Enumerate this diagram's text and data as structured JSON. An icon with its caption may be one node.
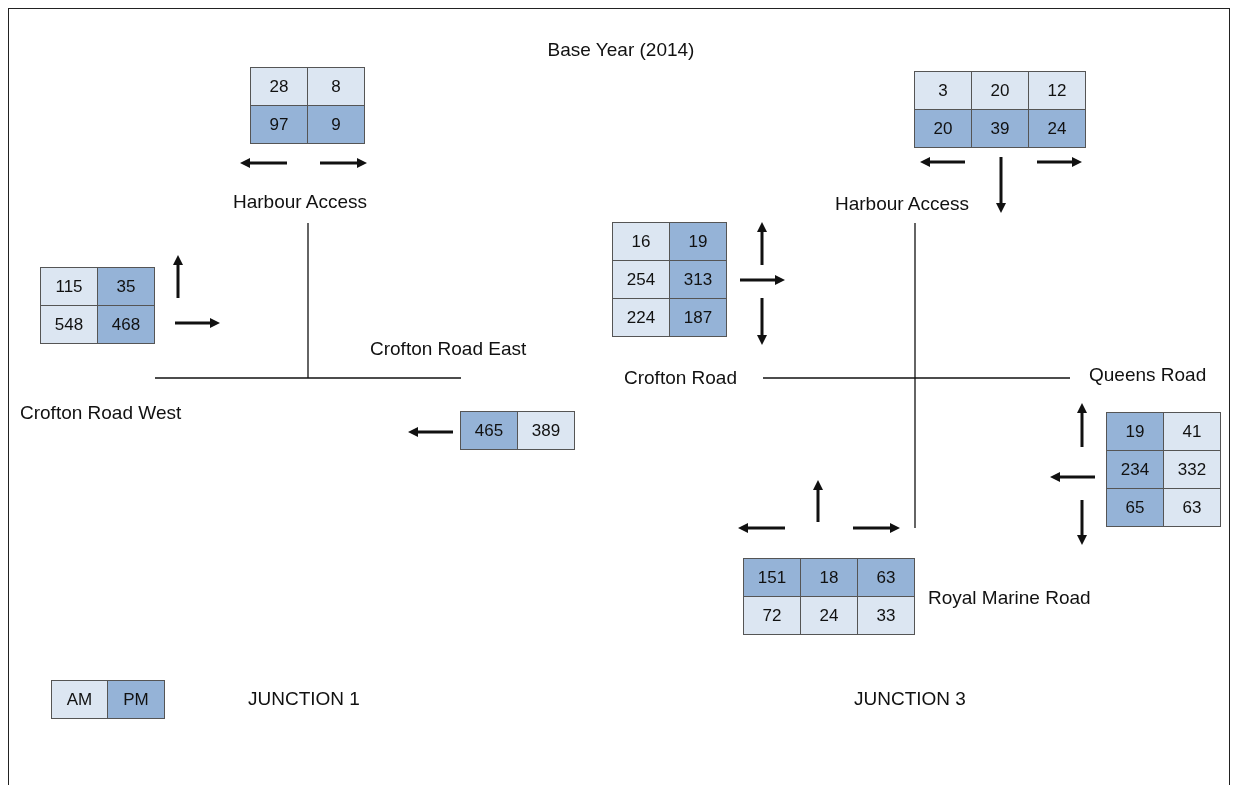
{
  "diagram": {
    "title": "Base Year (2014)",
    "labels": [
      "28",
      "8",
      "97",
      "9",
      "Harbour Access",
      "3",
      "20",
      "12",
      "20",
      "39",
      "24",
      "Harbour Access",
      "16",
      "19",
      "254",
      "313",
      "224",
      "187",
      "115",
      "35",
      "548",
      "468",
      "Crofton Road East",
      "Crofton Road",
      "Queens Road",
      "Crofton Road West",
      "465",
      "389",
      "19",
      "41",
      "234",
      "332",
      "65",
      "63",
      "151",
      "18",
      "63",
      "72",
      "24",
      "33",
      "Royal Marine Road",
      "JUNCTION 1",
      "JUNCTION 3"
    ],
    "legend": [
      {
        "text": "AM",
        "color": "#dce6f2"
      },
      {
        "text": "PM",
        "color": "#95b3d7"
      }
    ]
  }
}
